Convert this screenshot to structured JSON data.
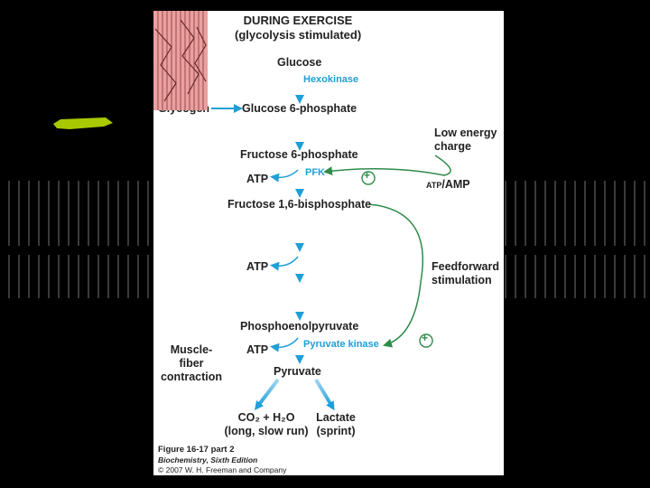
{
  "diagram": {
    "title": "DURING EXERCISE",
    "subtitle": "(glycolysis stimulated)",
    "metabolites": {
      "glucose": "Glucose",
      "glycogen": "Glycogen",
      "g6p": "Glucose 6-phosphate",
      "f6p": "Fructose 6-phosphate",
      "f16bp": "Fructose 1,6-bisphosphate",
      "pep": "Phosphoenolpyruvate",
      "pyruvate": "Pyruvate",
      "co2_line1": "CO₂ + H₂O",
      "co2_line2": "(long, slow run)",
      "lactate_line1": "Lactate",
      "lactate_line2": "(sprint)"
    },
    "enzymes": {
      "hexokinase": "Hexokinase",
      "pfk": "PFK",
      "pyruvate_kinase": "Pyruvate kinase"
    },
    "atp": [
      "ATP",
      "ATP",
      "ATP"
    ],
    "regulation": {
      "low_energy_line1": "Low energy",
      "low_energy_line2": "charge",
      "atp_amp_small": "ATP",
      "atp_amp_large": "/AMP",
      "feedforward_line1": "Feedforward",
      "feedforward_line2": "stimulation",
      "plus_sign": "+"
    },
    "muscle_label": [
      "Muscle-",
      "fiber",
      "contraction"
    ]
  },
  "caption": {
    "figure": "Figure 16-17 part 2",
    "book": "Biochemistry, Sixth Edition",
    "copyright": "© 2007 W. H. Freeman and Company"
  },
  "colors": {
    "arrow_blue": "#1f9fd7",
    "regulation_green": "#2e8b4a",
    "highlighter": "#a8c900",
    "muscle_fiber": "#e8a0a0"
  }
}
